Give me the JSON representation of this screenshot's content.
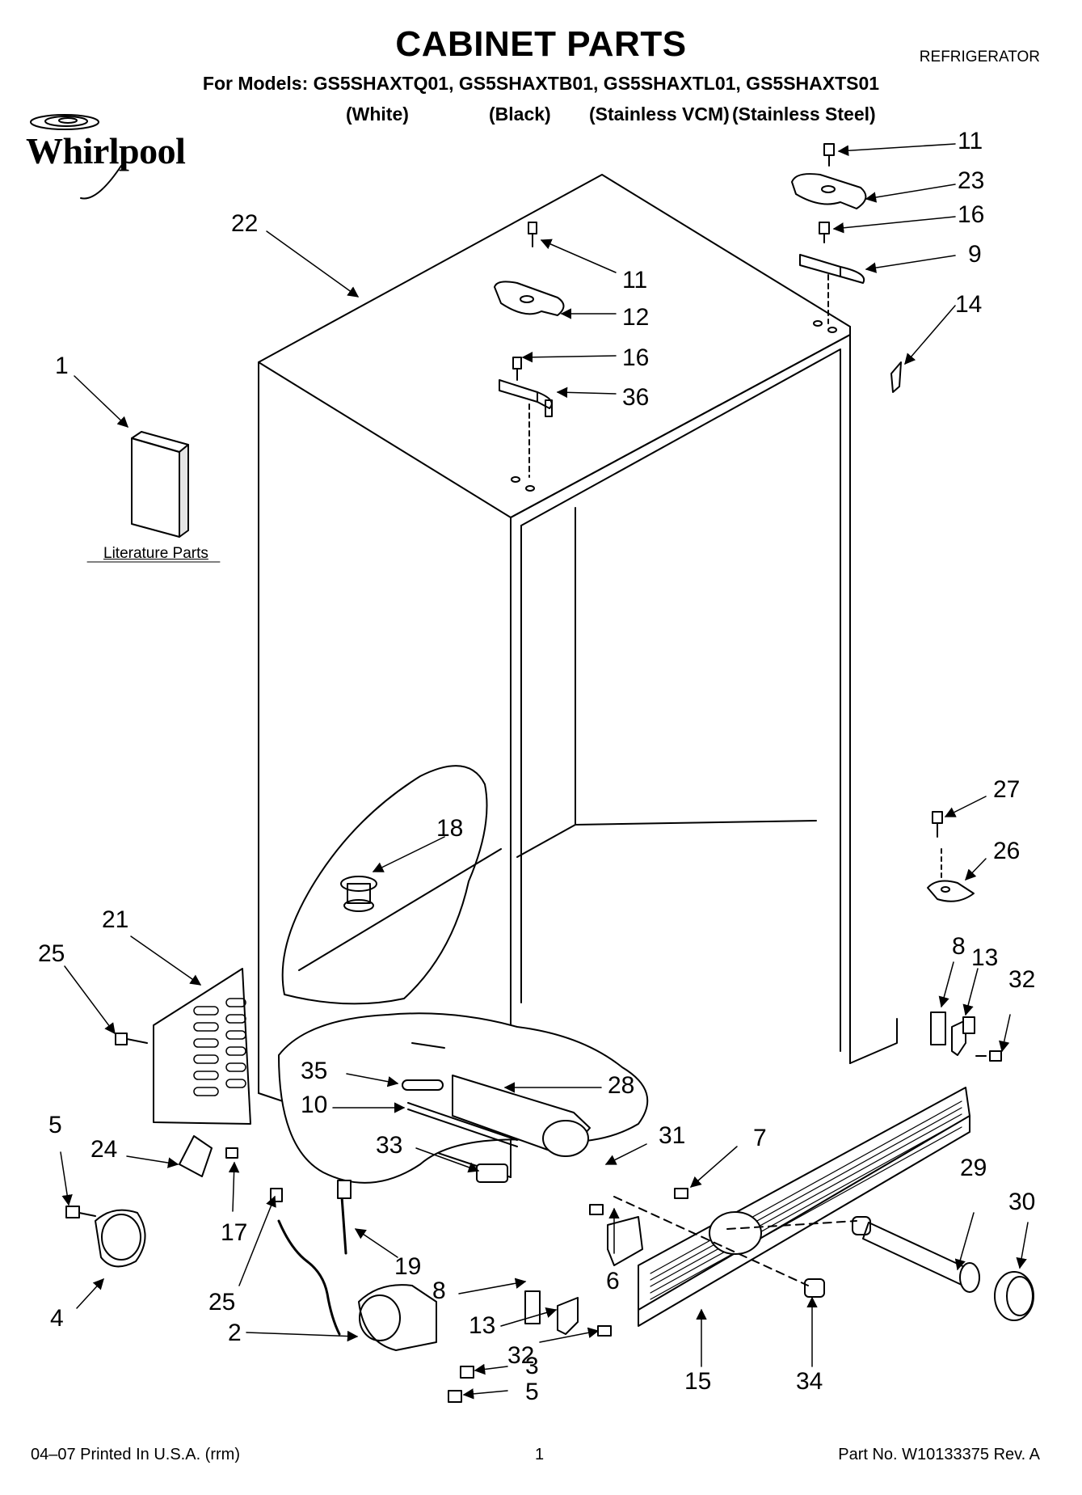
{
  "header": {
    "title": "CABINET PARTS",
    "category": "REFRIGERATOR",
    "models_line": "For Models: GS5SHAXTQ01, GS5SHAXTB01, GS5SHAXTL01, GS5SHAXTS01",
    "variants": [
      "(White)",
      "(Black)",
      "(Stainless VCM)",
      "(Stainless Steel)"
    ]
  },
  "brand": {
    "logo_text": "Whirlpool",
    "logo_icon": "whirlpool-swirl-icon"
  },
  "literature": {
    "label": "Literature Parts"
  },
  "callouts": {
    "c1": "1",
    "c2": "2",
    "c3": "3",
    "c4": "4",
    "c5a": "5",
    "c5b": "5",
    "c6": "6",
    "c7": "7",
    "c8a": "8",
    "c8b": "8",
    "c9": "9",
    "c10": "10",
    "c11a": "11",
    "c11b": "11",
    "c12": "12",
    "c13a": "13",
    "c13b": "13",
    "c14": "14",
    "c15": "15",
    "c16a": "16",
    "c16b": "16",
    "c17": "17",
    "c18": "18",
    "c19": "19",
    "c21": "21",
    "c22": "22",
    "c23": "23",
    "c24": "24",
    "c25a": "25",
    "c25b": "25",
    "c26": "26",
    "c27": "27",
    "c28": "28",
    "c29": "29",
    "c30": "30",
    "c31": "31",
    "c32a": "32",
    "c32b": "32",
    "c33": "33",
    "c34": "34",
    "c35": "35",
    "c36": "36"
  },
  "footer": {
    "print_info": "04–07 Printed In U.S.A. (rrm)",
    "page_number": "1",
    "part_number": "Part No. W10133375 Rev. A"
  },
  "colors": {
    "ink": "#000000",
    "paper": "#ffffff",
    "shade": "#d9d9d9"
  }
}
